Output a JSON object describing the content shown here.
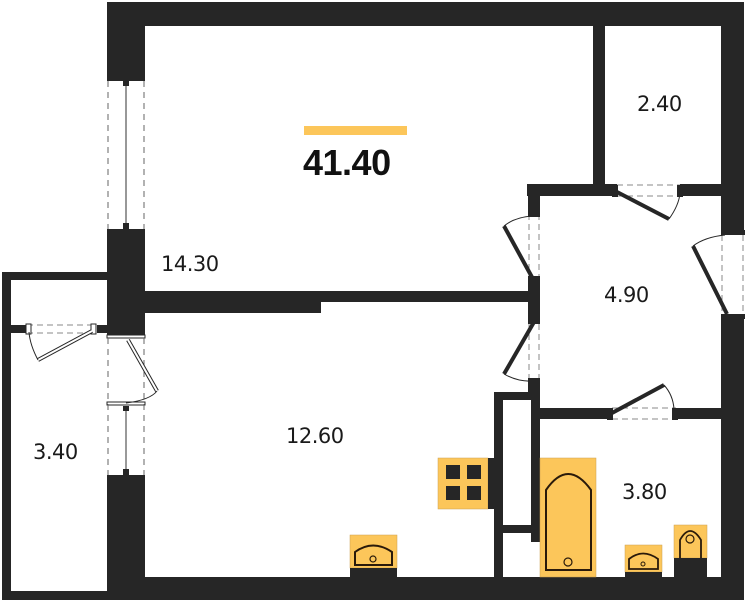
{
  "plan": {
    "total_area": "41.40",
    "colors": {
      "wall": "#262626",
      "accent": "#fcc65a",
      "fixture_outline": "#2a1a0a",
      "dash": "#888888",
      "background": "#ffffff"
    }
  },
  "rooms": [
    {
      "id": "living-room",
      "area": "14.30"
    },
    {
      "id": "storage",
      "area": "2.40"
    },
    {
      "id": "hallway",
      "area": "4.90"
    },
    {
      "id": "kitchen",
      "area": "12.60"
    },
    {
      "id": "balcony",
      "area": "3.40"
    },
    {
      "id": "bathroom",
      "area": "3.80"
    }
  ],
  "icons": {
    "stove": "stove-icon",
    "kitchen_sink": "sink-icon",
    "bathtub": "bathtub-icon",
    "bath_sink": "washbasin-icon",
    "toilet": "toilet-icon"
  }
}
